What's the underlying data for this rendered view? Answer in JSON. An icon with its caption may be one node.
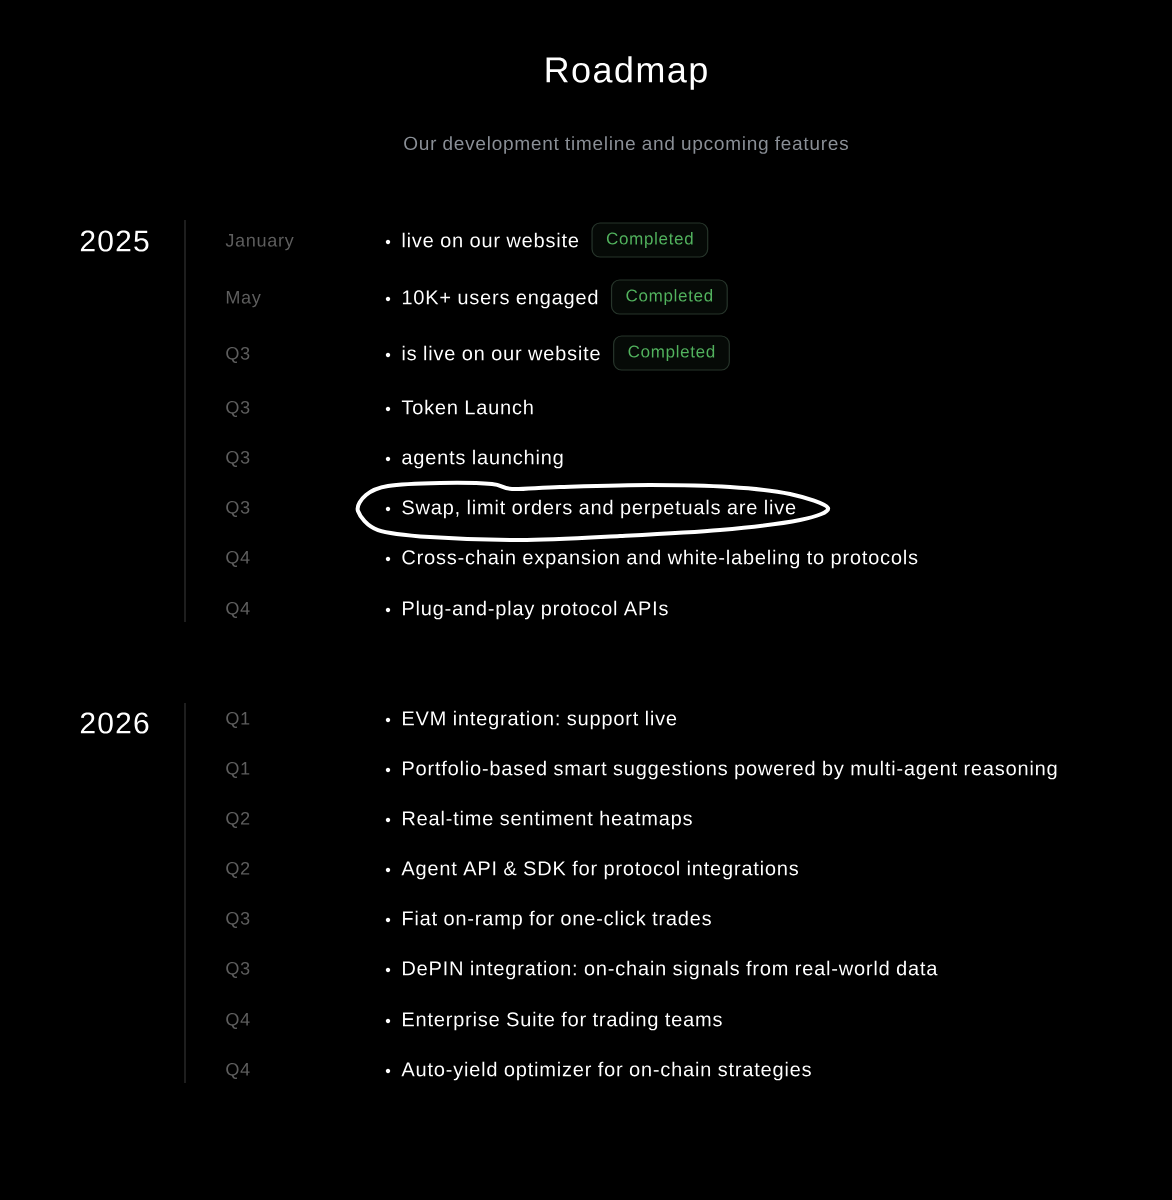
{
  "diagram": {
    "title": "Roadmap",
    "nodes": [
      {
        "text": [
          "Completed"
        ]
      },
      {
        "text": [
          "Completed"
        ]
      },
      {
        "text": [
          "Completed"
        ]
      }
    ],
    "labels": [
      "Our development timeline and upcoming features",
      "2025",
      "January",
      "live on our website",
      "May",
      "10K+ users engaged",
      "Q3",
      "is live on our website",
      "Q3",
      "Token Launch",
      "Q3",
      "agents launching",
      "Q3",
      "Swap, limit orders and perpetuals are live",
      "Q4",
      "Cross-chain expansion and white-labeling to protocols",
      "Q4",
      "Plug-and-play protocol APIs",
      "2026",
      "Q1",
      "EVM integration: support live",
      "Q1",
      "Portfolio-based smart suggestions powered by multi-agent reasoning",
      "Q2",
      "Real-time sentiment heatmaps",
      "Q2",
      "Agent API & SDK for protocol integrations",
      "Q3",
      "Fiat on-ramp for one-click trades",
      "Q3",
      "DePIN integration: on-chain signals from real-world data",
      "Q4",
      "Enterprise Suite for trading teams",
      "Q4",
      "Auto-yield optimizer for on-chain strategies"
    ]
  }
}
